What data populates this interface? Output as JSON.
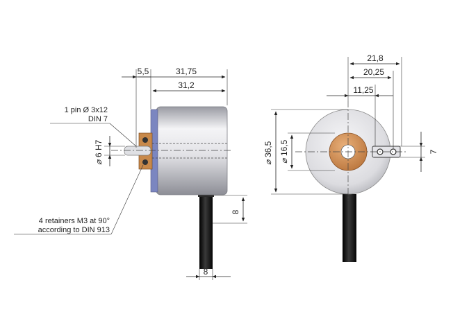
{
  "side_view": {
    "dim_pin_offset": "5,5",
    "dim_overall_length": "31,75",
    "dim_body_length": "31,2",
    "dim_cable_width": "8",
    "dim_cable_bottom": "8",
    "dim_bore_label": "6 H7",
    "note_pin_line1": "1 pin Ø 3x12",
    "note_pin_line2": "DIN 7",
    "note_retainers_line1": "4 retainers M3 at 90°",
    "note_retainers_line2": "according to DIN 913"
  },
  "front_view": {
    "dim_total_width": "21,8",
    "dim_mid_width": "20,25",
    "dim_inner_width": "11,25",
    "dim_outer_diameter": "36,5",
    "dim_hub_diameter": "16,5",
    "dim_slot_height": "7"
  },
  "colors": {
    "body_light": "#f4f4f6",
    "body_dark": "#9a9ba3",
    "face_blue": "#7b86c0",
    "bronze": "#c8894a",
    "cable": "#141414"
  }
}
